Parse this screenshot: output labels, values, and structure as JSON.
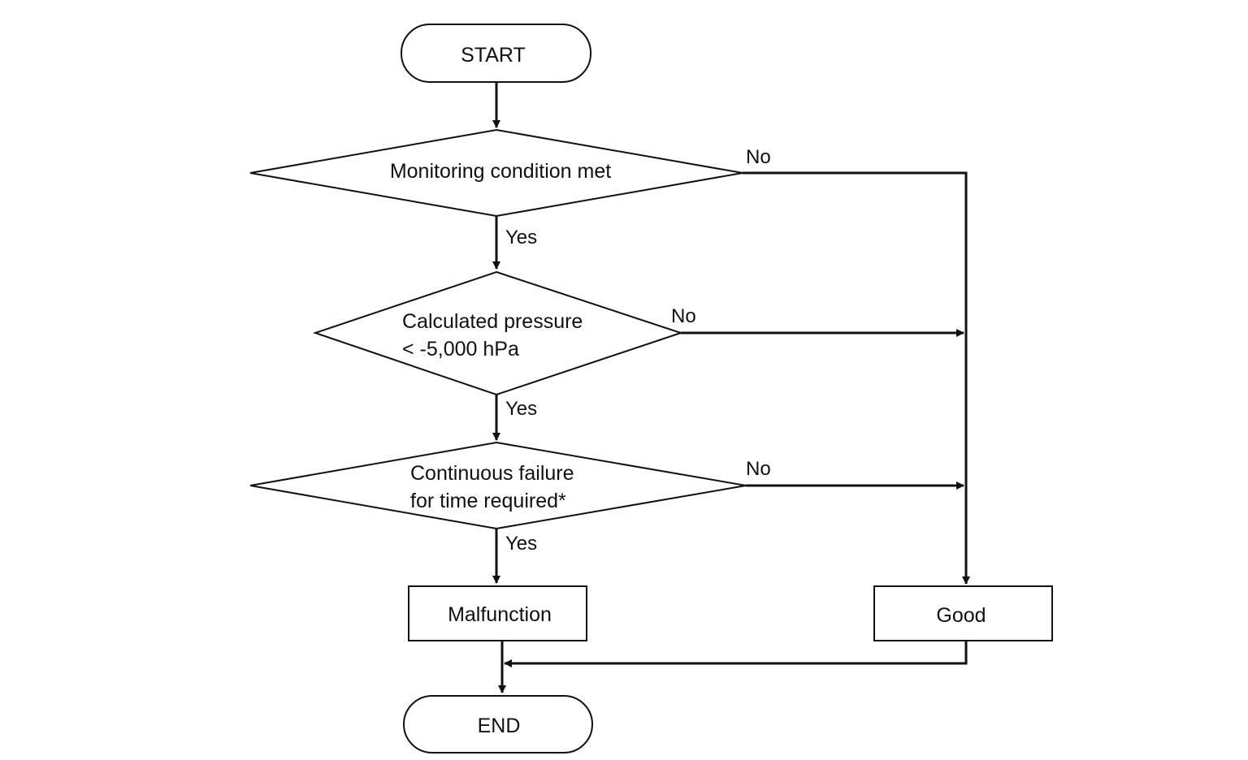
{
  "flowchart": {
    "start": "START",
    "end": "END",
    "decision_1": "Monitoring condition met",
    "decision_2": {
      "line_1": "Calculated pressure",
      "line_2": "< -5,000 hPa"
    },
    "decision_3": {
      "line_1": "Continuous failure",
      "line_2": "for time required*"
    },
    "malfunction": "Malfunction",
    "good": "Good",
    "yes_label": "Yes",
    "no_label": "No"
  }
}
